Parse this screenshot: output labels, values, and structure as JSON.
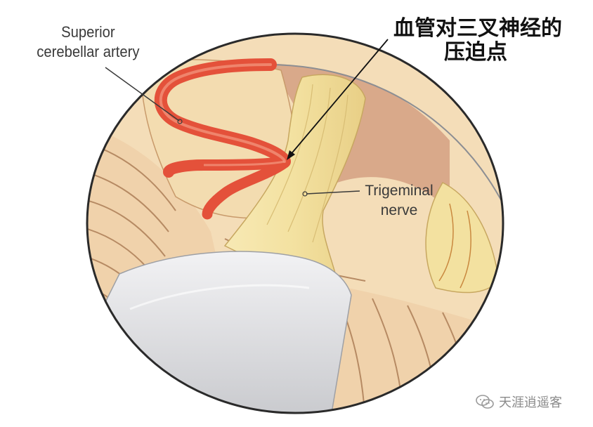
{
  "diagram": {
    "labels": {
      "superior_cerebellar_artery": [
        "Superior",
        "cerebellar artery"
      ],
      "trigeminal_nerve": [
        "Trigeminal",
        "nerve"
      ],
      "compression_point": [
        "血管对三叉神经的",
        "压迫点"
      ]
    },
    "watermark": {
      "text": "天涯逍遥客",
      "icon": "wechat-icon"
    },
    "colors": {
      "artery": "#e4513a",
      "nerve": "#f3e4a6",
      "brain_tissue": "#f2d3a8",
      "retractor": "#d9dadd",
      "outline": "#2a2a2a"
    }
  }
}
